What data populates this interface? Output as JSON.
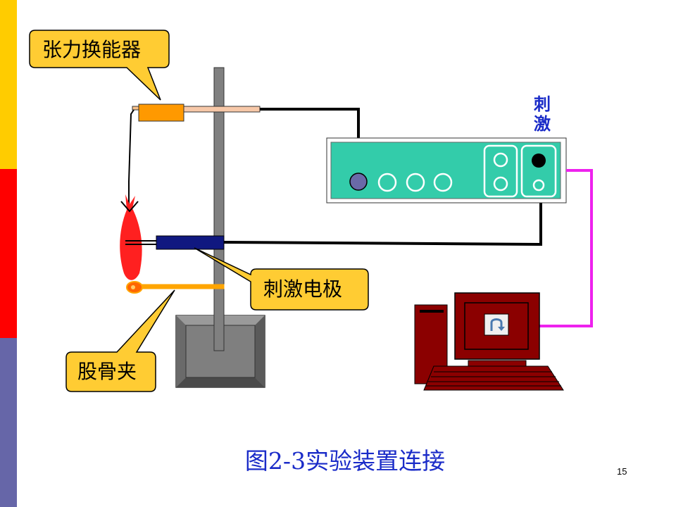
{
  "side_bar": {
    "colors": [
      "#ffcc00",
      "#ff0000",
      "#6666a8"
    ]
  },
  "callouts": {
    "transducer": "张力换能器",
    "electrode": "刺激电极",
    "clamp": "股骨夹"
  },
  "stimulator": {
    "stim_label_line1": "刺",
    "stim_label_line2": "激",
    "color": "#33ccaa"
  },
  "computer": {
    "color": "#8b0000",
    "screen_icon": "refresh-arrow-icon"
  },
  "caption": "图2-3实验装置连接",
  "page_number": "15"
}
